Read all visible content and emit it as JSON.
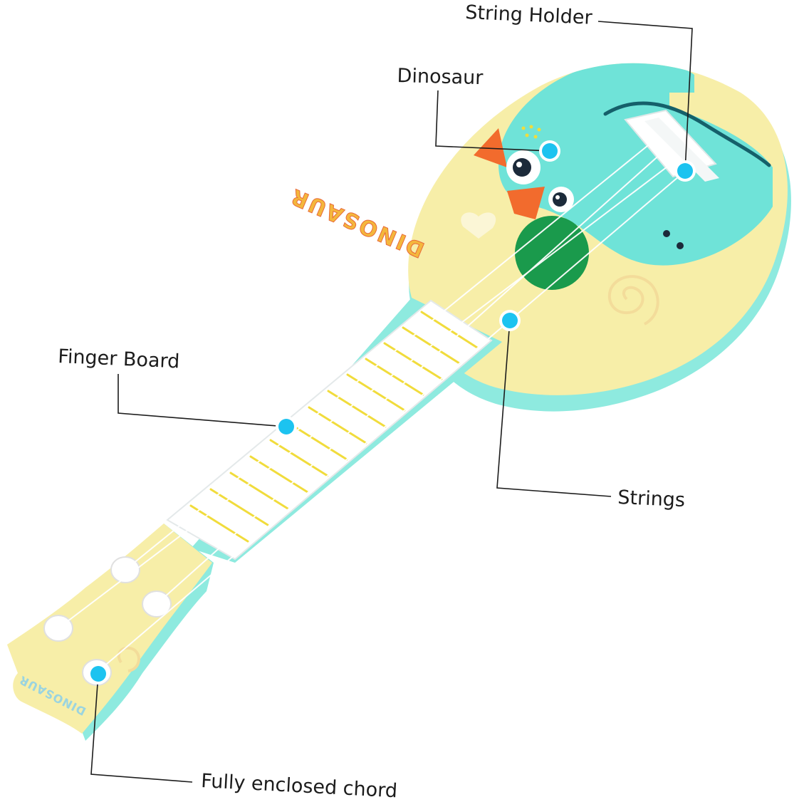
{
  "callouts": [
    {
      "id": "string-holder",
      "label": "String Holder"
    },
    {
      "id": "dinosaur",
      "label": "Dinosaur"
    },
    {
      "id": "finger-board",
      "label": "Finger Board"
    },
    {
      "id": "strings",
      "label": "Strings"
    },
    {
      "id": "fully-enclosed-chord",
      "label": "Fully enclosed chord"
    }
  ],
  "toy": {
    "body_text": "DINOSAUR",
    "headstock_text": "DINOSAUR"
  },
  "colors": {
    "body_yellow": "#f7eea8",
    "body_teal": "#6fe3d8",
    "rim_teal": "#8eeadf",
    "sound_hole": "#1a9a4c",
    "beak": "#f26b2d",
    "marker": "#1cc3f0",
    "fret": "#f1dc3c",
    "leader": "#1c1c1c"
  }
}
